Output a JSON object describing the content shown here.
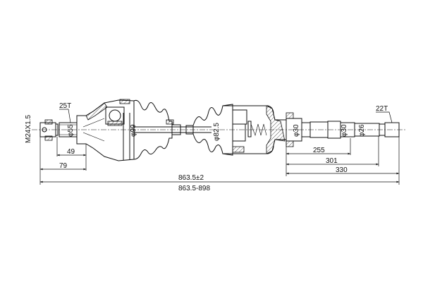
{
  "labels": {
    "left_spline": "25T",
    "thread": "M24X1.5",
    "d_left_shaft": "φ55",
    "d_outer_joint": "φ99",
    "d_inner_boot": "φ82.5",
    "d_bearing": "φ30",
    "d_shaft_mid": "φ30",
    "d_shaft_end": "φ26",
    "right_spline": "22T"
  },
  "dimensions": {
    "d49": "49",
    "d79": "79",
    "d255": "255",
    "d301": "301",
    "d330": "330",
    "length_nominal": "863.5±2",
    "length_range": "863.5-898"
  }
}
